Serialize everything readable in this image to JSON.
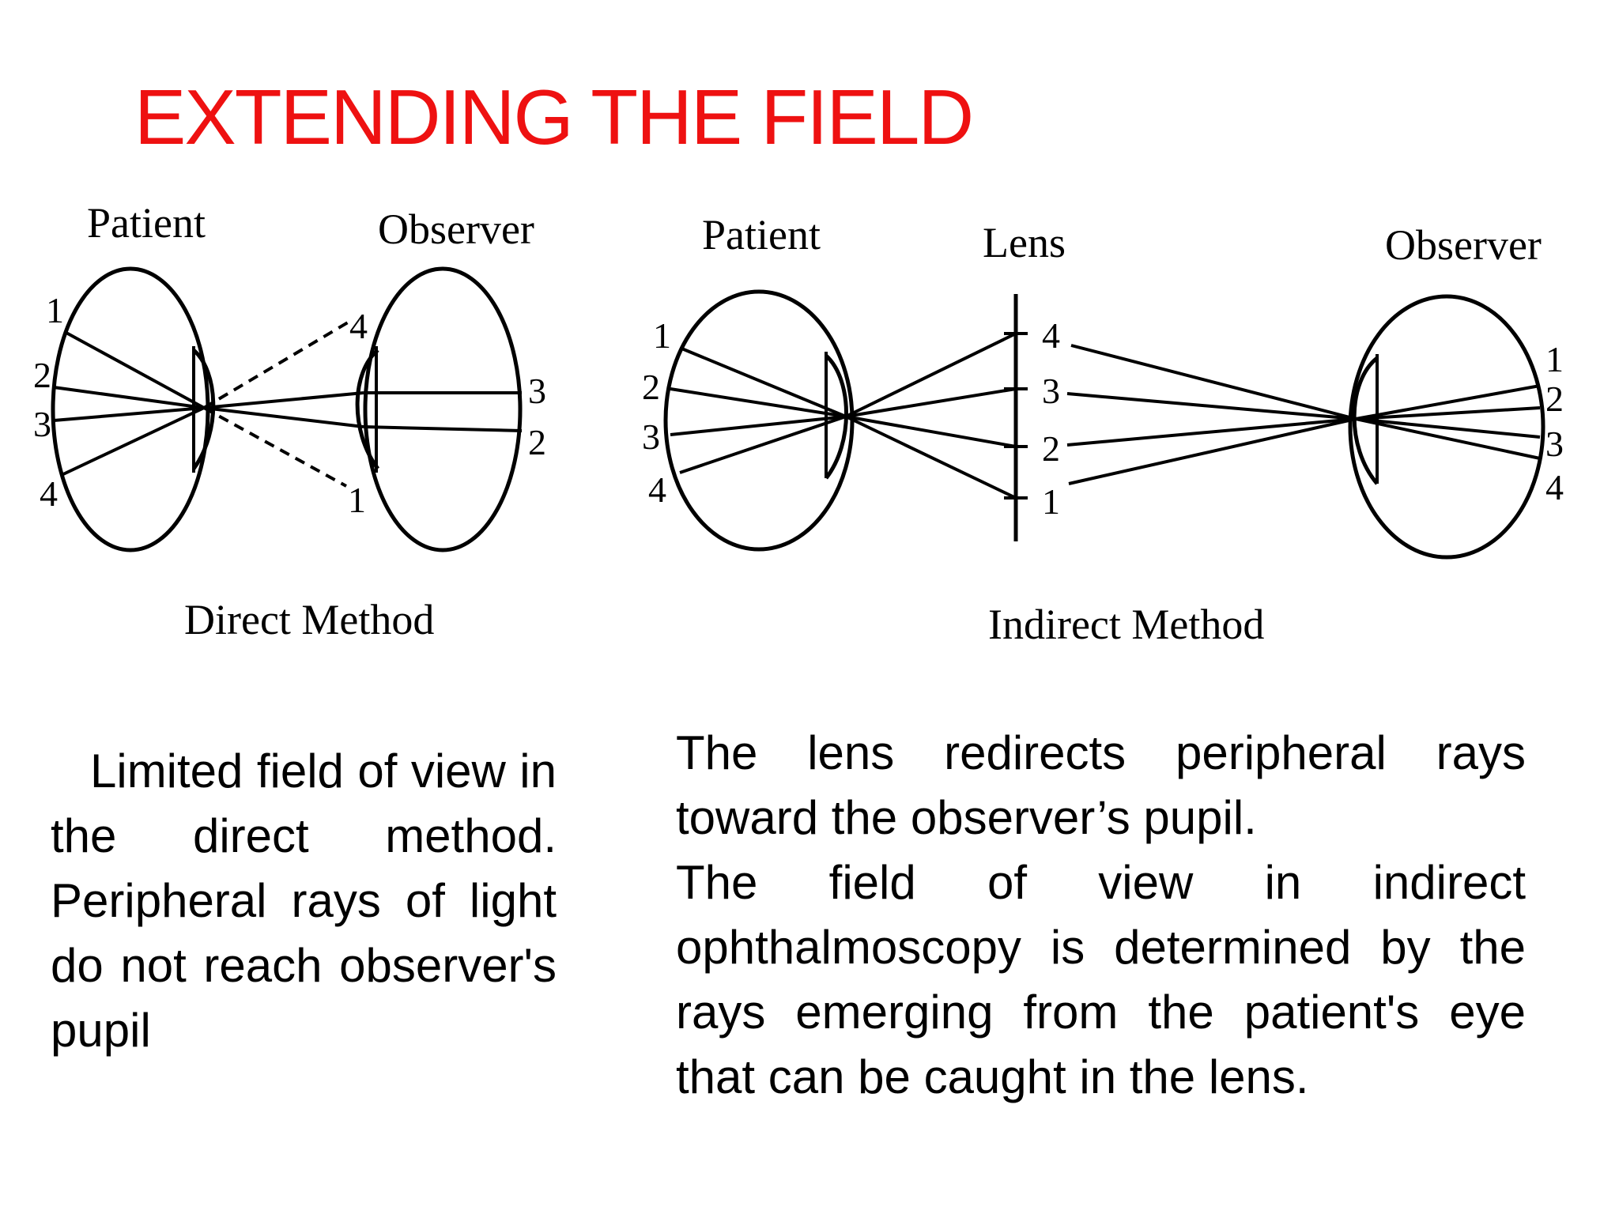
{
  "title": "EXTENDING THE FIELD",
  "colors": {
    "title": "#ee1111",
    "ink": "#000000",
    "background": "#ffffff"
  },
  "direct_diagram": {
    "patient_label": "Patient",
    "observer_label": "Observer",
    "caption": "Direct Method",
    "patient_ray_numbers": [
      "1",
      "2",
      "3",
      "4"
    ],
    "observer_ray_numbers": [
      "4",
      "3",
      "2",
      "1"
    ]
  },
  "indirect_diagram": {
    "patient_label": "Patient",
    "lens_label": "Lens",
    "observer_label": "Observer",
    "caption": "Indirect Method",
    "patient_ray_numbers": [
      "1",
      "2",
      "3",
      "4"
    ],
    "lens_ray_numbers": [
      "4",
      "3",
      "2",
      "1"
    ],
    "observer_ray_numbers": [
      "1",
      "2",
      "3",
      "4"
    ]
  },
  "left_text": "Limited field of view in the direct method. Peripheral rays of light do not reach observer's pupil",
  "right_text": {
    "paragraph_1": "The lens redirects peripheral rays toward the observer’s pupil.",
    "paragraph_2": "The field of view in indirect ophthalmoscopy is determined by the rays emerging from the patient's eye that can be caught in the lens."
  }
}
